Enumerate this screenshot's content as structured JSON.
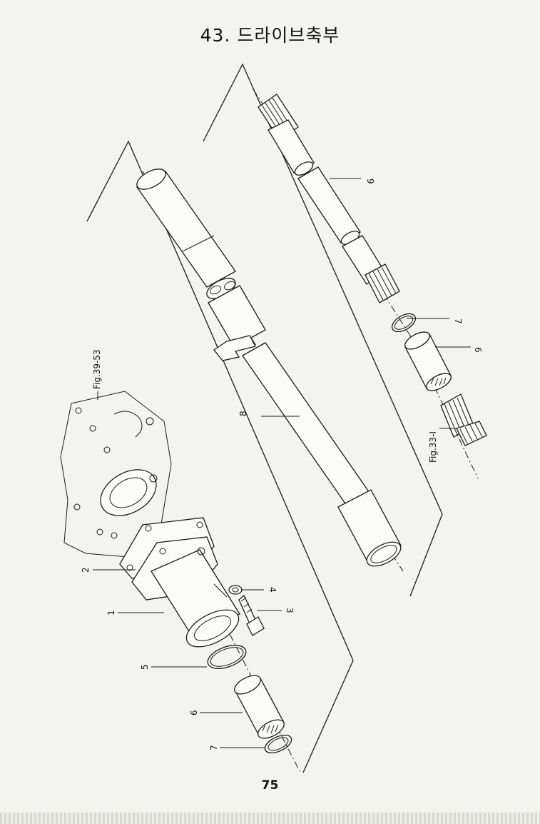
{
  "title": "43. 드라이브축부",
  "page_number": "75",
  "callouts": {
    "p1": "1",
    "p2": "2",
    "p3": "3",
    "p4": "4",
    "p5": "5",
    "p6a": "6",
    "p6b": "6",
    "p7a": "7",
    "p7b": "7",
    "p8": "8",
    "p9": "9"
  },
  "references": {
    "fig_39_53": "Fig.39-53",
    "fig_33_1": "Fig.33-I"
  }
}
